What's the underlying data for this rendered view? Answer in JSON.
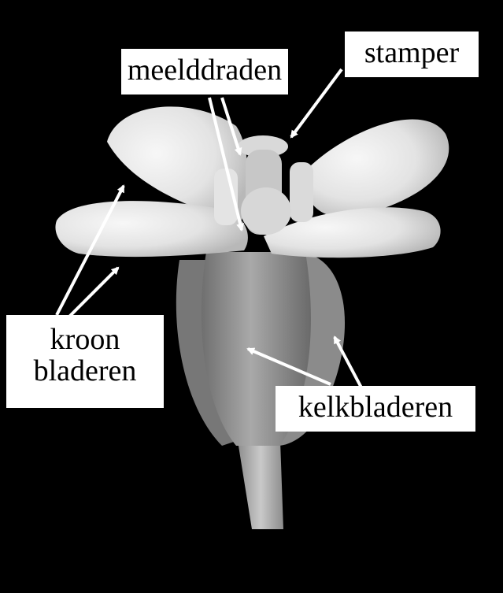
{
  "labels": {
    "stamens": "meelddraden",
    "pistil": "stamper",
    "petals_line1": "kroon",
    "petals_line2": "bladeren",
    "sepals": "kelkbladeren"
  },
  "colors": {
    "background": "#000000",
    "label_background": "#ffffff",
    "arrow": "#ffffff",
    "flower_light": "#e9e9e9",
    "flower_mid": "#b9b9b9",
    "flower_dark": "#7e7e7e"
  }
}
